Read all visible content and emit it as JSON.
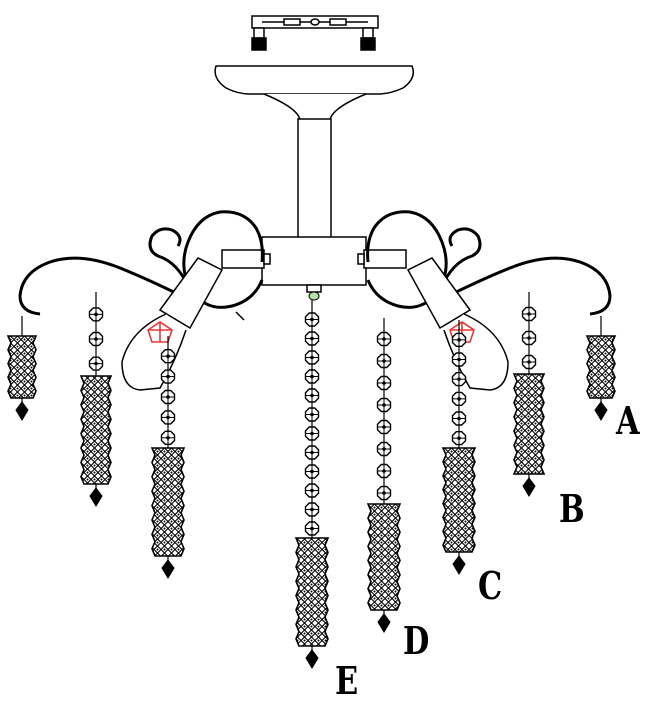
{
  "diagram": {
    "title": "",
    "labels": {
      "a": "A",
      "b": "B",
      "c": "C",
      "d": "D",
      "e": "E"
    },
    "colors": {
      "line": "#000000",
      "accent": "#e53935",
      "bulb_tip": "#b8e0a0"
    },
    "parts": [
      "ceiling-mount-bracket",
      "canopy",
      "stem",
      "body",
      "scroll-arms",
      "candle-sockets",
      "bead-chains",
      "crystal-drops"
    ]
  }
}
